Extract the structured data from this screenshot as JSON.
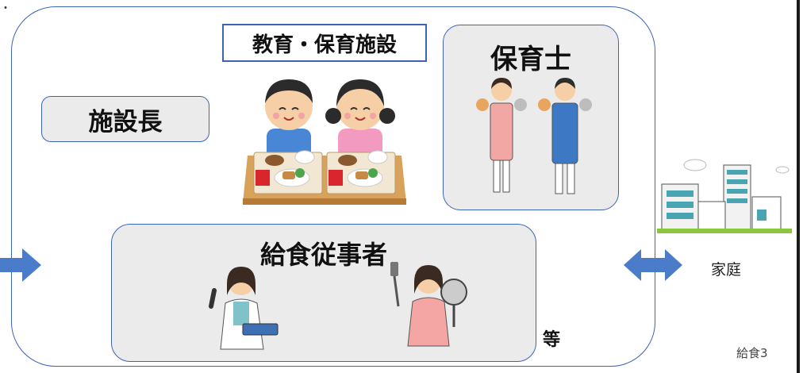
{
  "labels": {
    "top_fragment": "・",
    "facility_title": "教育・保育施設",
    "director": "施設長",
    "nursery_teacher": "保育士",
    "kitchen_staff": "給食従事者",
    "etc": "等",
    "home": "家庭",
    "slide_number": "給食3"
  },
  "colors": {
    "frame_border": "#3d64b4",
    "panel_fill": "#ebebeb",
    "arrow_blue": "#4a7cc9"
  },
  "icons": [
    "children-eating-lunch-illustration",
    "nursery-teacher-with-puppets-illustration",
    "nutritionist-with-book-illustration",
    "cook-with-pan-illustration",
    "houses-and-apartments-illustration",
    "left-arrow-icon",
    "double-arrow-icon"
  ]
}
